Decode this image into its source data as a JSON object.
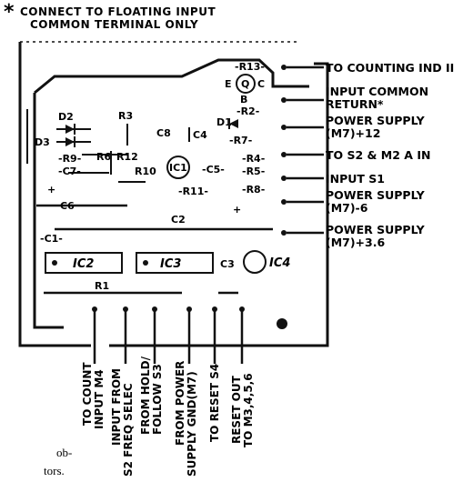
{
  "note": {
    "line1": "CONNECT TO FLOATING INPUT",
    "line2": "COMMON TERMINAL ONLY"
  },
  "right_labels": [
    {
      "lines": [
        "TO COUNTING IND II"
      ]
    },
    {
      "lines": [
        "INPUT COMMON",
        "RETURN*"
      ]
    },
    {
      "lines": [
        "POWER SUPPLY",
        "(M7)+12"
      ]
    },
    {
      "lines": [
        "TO S2 & M2 A IN"
      ]
    },
    {
      "lines": [
        "INPUT S1"
      ]
    },
    {
      "lines": [
        "POWER SUPPLY",
        "(M7)-6"
      ]
    },
    {
      "lines": [
        "POWER SUPPLY",
        "(M7)+3.6"
      ]
    }
  ],
  "bottom_labels": [
    {
      "lines": [
        "TO COUNT",
        "INPUT M4"
      ]
    },
    {
      "lines": [
        "INPUT FROM",
        "S2 FREQ SELEC"
      ]
    },
    {
      "lines": [
        "FROM HOLD/",
        "FOLLOW S3"
      ]
    },
    {
      "lines": [
        "FROM POWER",
        "SUPPLY GND(M7)"
      ]
    },
    {
      "lines": [
        "TO RESET S4"
      ]
    },
    {
      "lines": [
        "RESET OUT",
        "TO M3,4,5,6"
      ]
    }
  ],
  "components": {
    "r13": "-R13-",
    "q": "Q",
    "e": "E",
    "c": "C",
    "b": "B",
    "r2": "-R2-",
    "d1": "D1",
    "r7": "-R7-",
    "r4": "-R4-",
    "r5": "-R5-",
    "r8": "-R8-",
    "d2": "D2",
    "d3": "D3",
    "r3": "R3",
    "c8": "C8",
    "c4": "C4",
    "r9": "-R9-",
    "c7": "-C7-",
    "r6": "R6",
    "r12": "R12",
    "r10": "R10",
    "ic1": "IC1",
    "c5": "-C5-",
    "r11": "-R11-",
    "c6": "C6",
    "c2": "C2",
    "c1": "-C1-",
    "ic2": "IC2",
    "ic3": "IC3",
    "c3": "C3",
    "ic4": "IC4",
    "r1": "R1"
  },
  "fragments": {
    "f1": "ob-",
    "f2": "tors."
  }
}
